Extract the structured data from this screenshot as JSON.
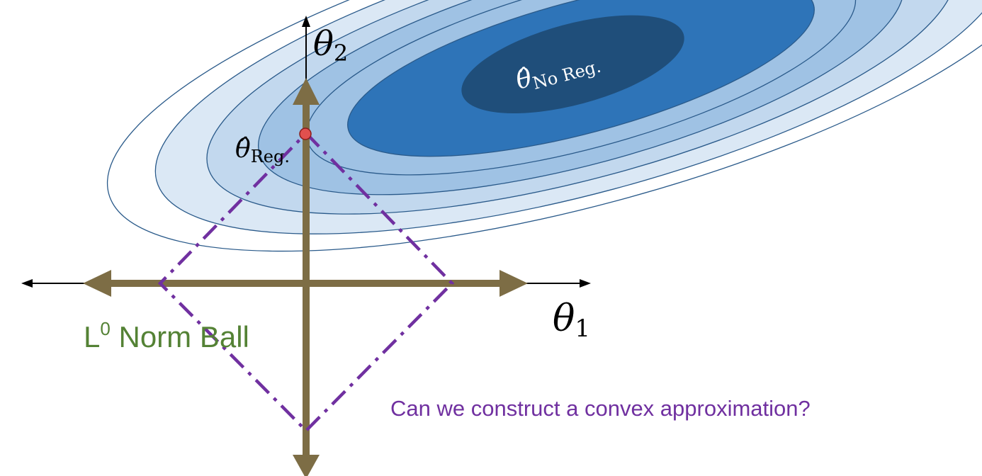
{
  "axes": {
    "theta1": {
      "symbol": "θ",
      "subscript": "1"
    },
    "theta2": {
      "symbol": "θ",
      "subscript": "2"
    }
  },
  "estimates": {
    "no_reg": {
      "symbol": "θ̂",
      "subscript": "No Reg."
    },
    "reg": {
      "symbol": "θ̂",
      "subscript": "Reg."
    }
  },
  "norm_ball_label": {
    "prefix": "L",
    "superscript": "0",
    "suffix": " Norm Ball"
  },
  "question": "Can we construct a convex approximation?",
  "colors": {
    "contour_lightest": "#dbe8f5",
    "contour_light": "#c2d8ee",
    "contour_mid": "#9fc2e4",
    "contour_dark": "#2e74b8",
    "contour_center": "#1f4e7a",
    "contour_stroke": "#2a5a8a",
    "axis_thick": "#7d6d45",
    "axis_thin": "#000000",
    "l0_ball": "#7030a0",
    "label_green": "#548235",
    "question_purple": "#7030a0",
    "reg_point": "#e0504e"
  }
}
